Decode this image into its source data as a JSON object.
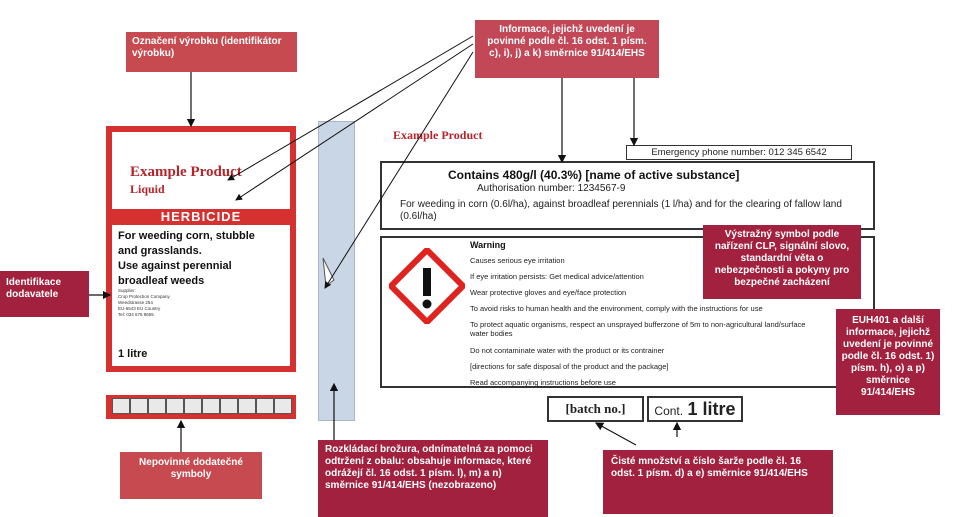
{
  "callouts": {
    "product_id": "Označení výrobku (identifikátor výrobku)",
    "article16": "Informace, jejichž uvedení je povinné podle čl. 16 odst. 1 písm. c), i), j) a k) směrnice 91/414/EHS",
    "supplier": "Identifikace dodavatele",
    "optional_symbols": "Nepovinné dodatečné symboly",
    "booklet": "Rozkládací brožura, odnímatelná za pomoci odtržení z obalu: obsahuje informace, které odrážejí čl. 16 odst. 1 písm. l), m) a n) směrnice 91/414/EHS (nezobrazeno)",
    "clp": "Výstražný symbol podle nařízení CLP, signální slovo, standardní věta o nebezpečnosti a pokyny pro bezpečné zacházení",
    "euh401": "EUH401 a další informace, jejichž uvedení je povinné podle čl. 16 odst. 1) písm. h), o) a p) směrnice 91/414/EHS",
    "quantity_batch": "Čisté množství a číslo šarže podle čl. 16 odst. 1 písm. d) a e) směrnice 91/414/EHS"
  },
  "small_label": {
    "product_name": "Example Product",
    "product_form": "Liquid",
    "category": "HERBICIDE",
    "use_lines": [
      "For weeding corn, stubble",
      "and grasslands.",
      "Use against perennial",
      "broadleaf weeds"
    ],
    "supplier_lines": [
      "Supplier:",
      "Crop Protection Company",
      "Weedstrasse 254",
      "EU-6543 EU Country",
      "Tel: 034 678 9655"
    ],
    "volume": "1 litre"
  },
  "large_label": {
    "product_name": "Example Product",
    "emergency_phone": "Emergency phone number: 012 345 6542",
    "contains": "Contains 480g/l (40.3%) [name of active substance]",
    "authorisation": "Authorisation number: 1234567-9",
    "uses": "For weeding in corn (0.6l/ha), against broadleaf perennials (1 l/ha) and for the clearing of fallow land (0.6l/ha)",
    "signal_word": "Warning",
    "statements": [
      "Causes serious eye irritation",
      "If eye irritation persists: Get medical advice/attention",
      "Wear protective gloves and eye/face protection",
      "To avoid risks to human health and the environment, comply with the instructions for use",
      "To protect aquatic organisms, respect an unsprayed bufferzone of 5m to non-agricultural land/surface water bodies",
      "Do not contaminate water with the product or its contrainer",
      "[directions for safe disposal of the product and the package]",
      "Read accompanying instructions before use"
    ],
    "batch": "[batch no.]",
    "cont_prefix": "Cont.",
    "cont_value": "1 litre"
  },
  "colors": {
    "red": "#c64a4f",
    "dark_red": "#a2213f",
    "label_red": "#d63131"
  }
}
